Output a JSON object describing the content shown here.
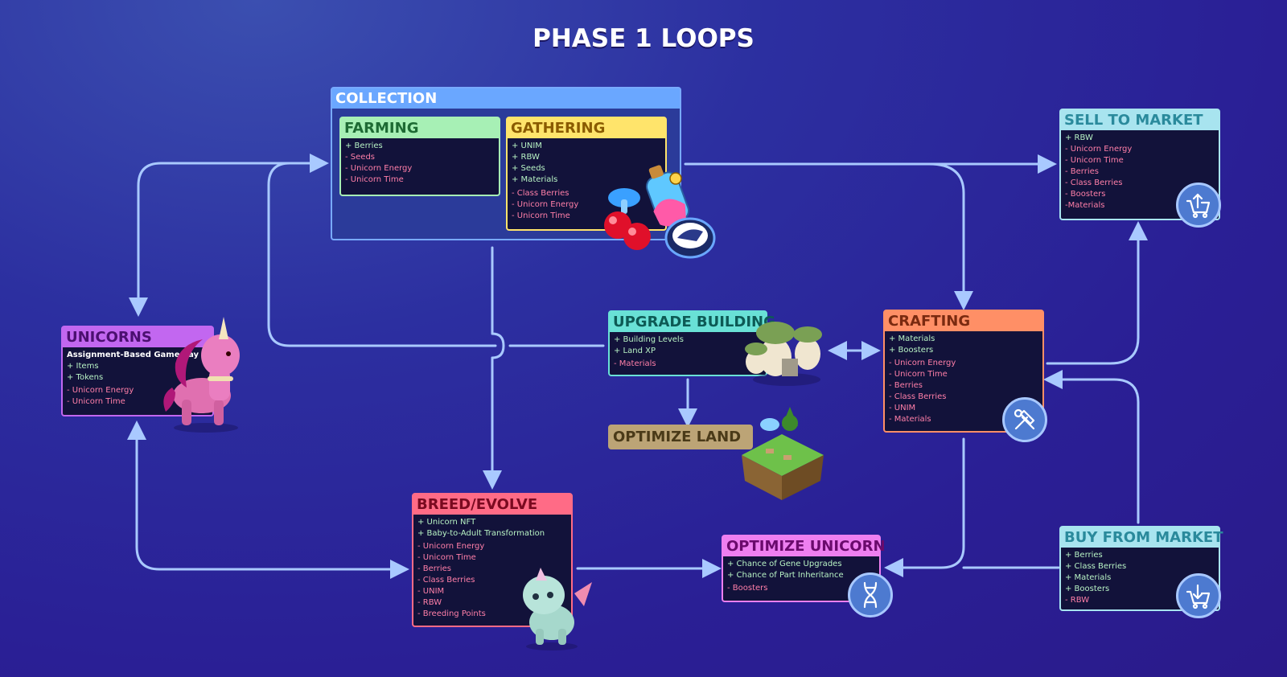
{
  "title": "PHASE 1 LOOPS",
  "colors": {
    "arrow": "#a9c9ff",
    "collection": "#6aa7ff",
    "farming": "#a7f0b5",
    "gathering": "#ffe46b",
    "unicorns": "#c267f0",
    "upgrade": "#69e1d6",
    "optimize_land": "#bca476",
    "crafting": "#ff8f66",
    "breed": "#ff6b86",
    "optimize_unicorn": "#ee7ff0",
    "sell": "#a8e4ef",
    "buy": "#a8e4ef"
  },
  "collection": {
    "header": "COLLECTION",
    "farming": {
      "header": "FARMING",
      "gains": [
        "+ Berries"
      ],
      "costs": [
        "- Seeds",
        "- Unicorn Energy",
        "- Unicorn Time"
      ]
    },
    "gathering": {
      "header": "GATHERING",
      "gains": [
        "+ UNIM",
        "+ RBW",
        "+ Seeds",
        "+ Materials"
      ],
      "costs": [
        "- Class Berries",
        "- Unicorn Energy",
        "- Unicorn Time"
      ]
    }
  },
  "unicorns": {
    "header": "UNICORNS",
    "subtitle": "Assignment-Based Gameplay",
    "gains": [
      "+ Items",
      "+ Tokens"
    ],
    "costs": [
      "- Unicorn Energy",
      "- Unicorn Time"
    ]
  },
  "upgrade_building": {
    "header": "UPGRADE BUILDING",
    "gains": [
      "+ Building Levels",
      "+ Land XP"
    ],
    "costs": [
      "- Materials"
    ]
  },
  "optimize_land": {
    "header": "OPTIMIZE LAND"
  },
  "crafting": {
    "header": "CRAFTING",
    "gains": [
      "+ Materials",
      "+ Boosters"
    ],
    "costs": [
      "- Unicorn Energy",
      "- Unicorn Time",
      "- Berries",
      "- Class Berries",
      "- UNIM",
      "- Materials"
    ],
    "icon": "hammer-wrench-icon"
  },
  "breed_evolve": {
    "header": "BREED/EVOLVE",
    "gains": [
      "+ Unicorn NFT",
      "+ Baby-to-Adult Transformation"
    ],
    "costs": [
      "- Unicorn Energy",
      "- Unicorn Time",
      "- Berries",
      "- Class Berries",
      "- UNIM",
      "- RBW",
      "- Breeding Points"
    ]
  },
  "optimize_unicorn": {
    "header": "OPTIMIZE UNICORN",
    "gains": [
      "+ Chance of Gene Upgrades",
      "+ Chance of Part Inheritance"
    ],
    "costs": [
      "- Boosters"
    ],
    "icon": "dna-icon"
  },
  "sell_to_market": {
    "header": "SELL TO MARKET",
    "gains": [
      "+ RBW"
    ],
    "costs": [
      "- Unicorn Energy",
      "- Unicorn Time",
      "- Berries",
      "- Class Berries",
      "- Boosters",
      "-Materials"
    ],
    "icon": "cart-upload-icon"
  },
  "buy_from_market": {
    "header": "BUY FROM MARKET",
    "gains": [
      "+ Berries",
      "+ Class Berries",
      "+ Materials",
      "+ Boosters"
    ],
    "costs": [
      "- RBW"
    ],
    "icon": "cart-download-icon"
  }
}
